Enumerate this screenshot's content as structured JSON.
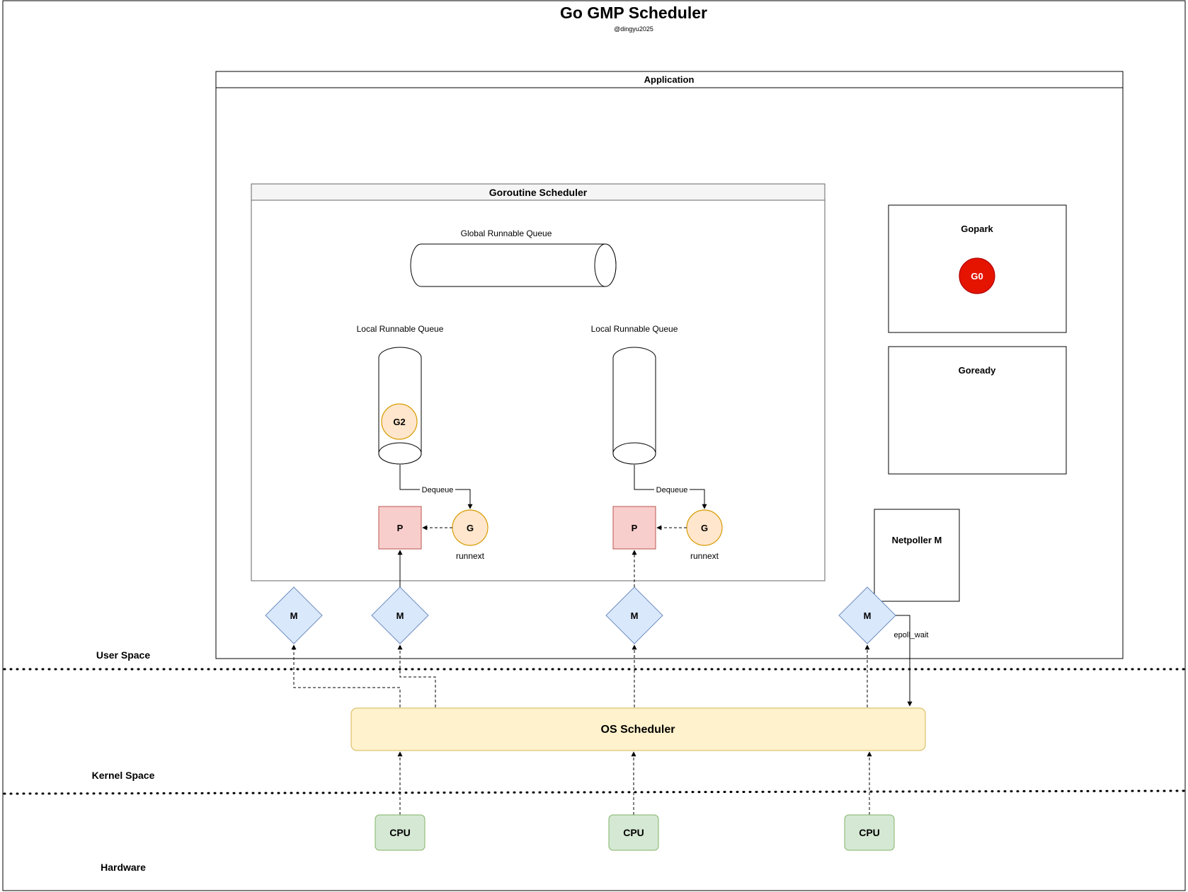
{
  "title": "Go GMP Scheduler",
  "subtitle": "@dingyu2025",
  "application": {
    "label": "Application"
  },
  "goroutine_scheduler": {
    "label": "Goroutine Scheduler",
    "global_queue_label": "Global Runnable Queue",
    "local_queue_label_1": "Local Runnable Queue",
    "local_queue_label_2": "Local Runnable Queue"
  },
  "nodes": {
    "g2": "G2",
    "g_1": "G",
    "g_2": "G",
    "p_1": "P",
    "p_2": "P",
    "runnext_1": "runnext",
    "runnext_2": "runnext",
    "dequeue_1": "Dequeue",
    "dequeue_2": "Dequeue",
    "m_1": "M",
    "m_2": "M",
    "m_3": "M",
    "m_4": "M",
    "g0": "G0",
    "epoll_wait": "epoll_wait"
  },
  "gopark": {
    "label": "Gopark"
  },
  "goready": {
    "label": "Goready"
  },
  "netpoller": {
    "label": "Netpoller M"
  },
  "os_scheduler": {
    "label": "OS Scheduler"
  },
  "cpus": [
    "CPU",
    "CPU",
    "CPU"
  ],
  "layers": {
    "user_space": "User Space",
    "kernel_space": "Kernel Space",
    "hardware": "Hardware"
  },
  "colors": {
    "p_fill": "#f8cecc",
    "p_stroke": "#b85450",
    "g_fill": "#ffe6cc",
    "g_stroke": "#d79b00",
    "m_fill": "#dae8fc",
    "m_stroke": "#6c8ebf",
    "cpu_fill": "#d5e8d4",
    "cpu_stroke": "#82b366",
    "os_fill": "#fff2cc",
    "os_stroke": "#d6b656",
    "g0_fill": "#e51400",
    "g0_stroke": "#b20000",
    "header_fill": "#f5f5f5"
  }
}
